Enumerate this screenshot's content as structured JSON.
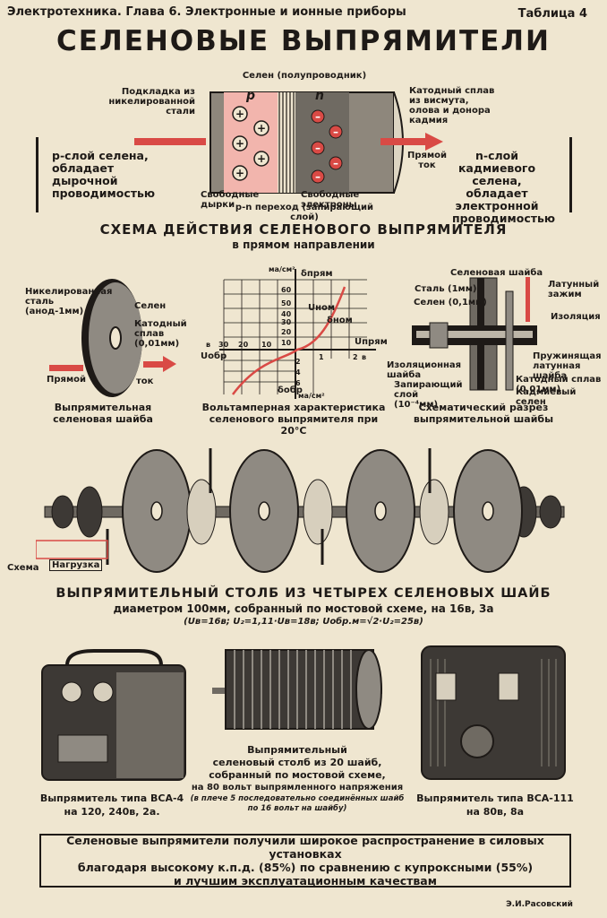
{
  "header": {
    "left": "Электротехника. Глава 6. Электронные и ионные приборы",
    "right": "Таблица 4"
  },
  "title": "СЕЛЕНОВЫЕ ВЫПРЯМИТЕЛИ",
  "top_diagram": {
    "selen_label": "Селен (полупроводник)",
    "p_letter": "p",
    "n_letter": "n",
    "underlay_label": "Подкладка из никелированной стали",
    "cathode_label": "Катодный сплав из висмута, олова и донора кадмия",
    "p_layer_text": "p-слой селена, обладает дырочной проводимостью",
    "n_layer_text": "n-слой кадмиевого селена, обладает электронной проводимостью",
    "current_label": "Прямой ток",
    "holes_label": "Свободные дырки",
    "electrons_label": "Свободные электроны",
    "junction_label": "p-n переход (запирающий слой)"
  },
  "section1": {
    "title": "СХЕМА ДЕЙСТВИЯ СЕЛЕНОВОГО ВЫПРЯМИТЕЛЯ",
    "subtitle": "в прямом направлении"
  },
  "washer": {
    "nickel_label": "Никелированная сталь (анод-1мм)",
    "selen_label": "Селен",
    "cathode_label": "Катодный сплав (0,01мм)",
    "pryamoy": "Прямой",
    "tok": "ток",
    "caption": "Выпрямительная селеновая шайба"
  },
  "vac_chart": {
    "caption": "Вольтамперная характеристика селенового выпрямителя при 20°С",
    "y_unit": "ма/см²",
    "y_label_top": "δпрям",
    "u_nom": "Uном",
    "delta_nom": "δном",
    "u_pryam": "Uпрям",
    "u_obr": "Uобр",
    "delta_obr": "δобр",
    "y_ticks_top": [
      "60",
      "50",
      "40",
      "30",
      "20",
      "10"
    ],
    "x_ticks_left": [
      "30",
      "20",
      "10"
    ],
    "x_ticks_right": [
      "1",
      "2"
    ],
    "x_unit_left": "в",
    "x_unit_right": "в",
    "y_ticks_bottom": [
      "2",
      "4",
      "6"
    ],
    "y_unit_bottom": "ма/см²"
  },
  "section_cut": {
    "washer_label": "Селеновая шайба",
    "steel_label": "Сталь (1мм)",
    "selen_label": "Селен (0,1мм)",
    "brass_clamp": "Латунный зажим",
    "isolation": "Изоляция",
    "spring_washer": "Пружинящая латунная шайба",
    "insulating_washer": "Изоляционная шайба",
    "cathode_alloy": "Катодный сплав (0,01мм)",
    "blocking_layer": "Запирающий слой (10⁻⁴мм)",
    "cadmium_selen": "Кадмиевый селен",
    "caption": "Схематический разрез выпрямительной шайбы"
  },
  "stack": {
    "shema_label": "Схема",
    "load_label": "Нагрузка",
    "title": "ВЫПРЯМИТЕЛЬНЫЙ СТОЛБ ИЗ ЧЕТЫРЕХ СЕЛЕНОВЫХ ШАЙБ",
    "subtitle": "диаметром 100мм, собранный по мостовой схеме, на 16в, 3а",
    "formula": "(Uв=16в; U₂=1,11·Uв=18в; Uобр.м=√2·U₂=25в)"
  },
  "devices": {
    "left_caption_1": "Выпрямитель типа ВСА-4",
    "left_caption_2": "на 120, 240в, 2а.",
    "middle_caption_1": "Выпрямительный",
    "middle_caption_2": "селеновый столб из 20 шайб,",
    "middle_caption_3": "собранный по мостовой схеме,",
    "middle_caption_4": "на 80 вольт выпрямленного напряжения",
    "middle_caption_5": "(в плече 5 последовательно соединённых шайб",
    "middle_caption_6": "по 16 вольт на шайбу)",
    "right_caption_1": "Выпрямитель типа ВСА-111",
    "right_caption_2": "на 80в, 8а"
  },
  "footer": {
    "note_1": "Селеновые выпрямители получили широкое распространение в силовых установках",
    "note_2": "благодаря высокому к.п.д. (85%) по сравнению с купроксными (55%)",
    "note_3": "и лучшим эксплуатационным качествам",
    "author": "Э.И.Расовский"
  },
  "colors": {
    "paper": "#efe6d0",
    "ink": "#1e1a17",
    "red": "#d94a45",
    "pink": "#f2b5ad"
  }
}
